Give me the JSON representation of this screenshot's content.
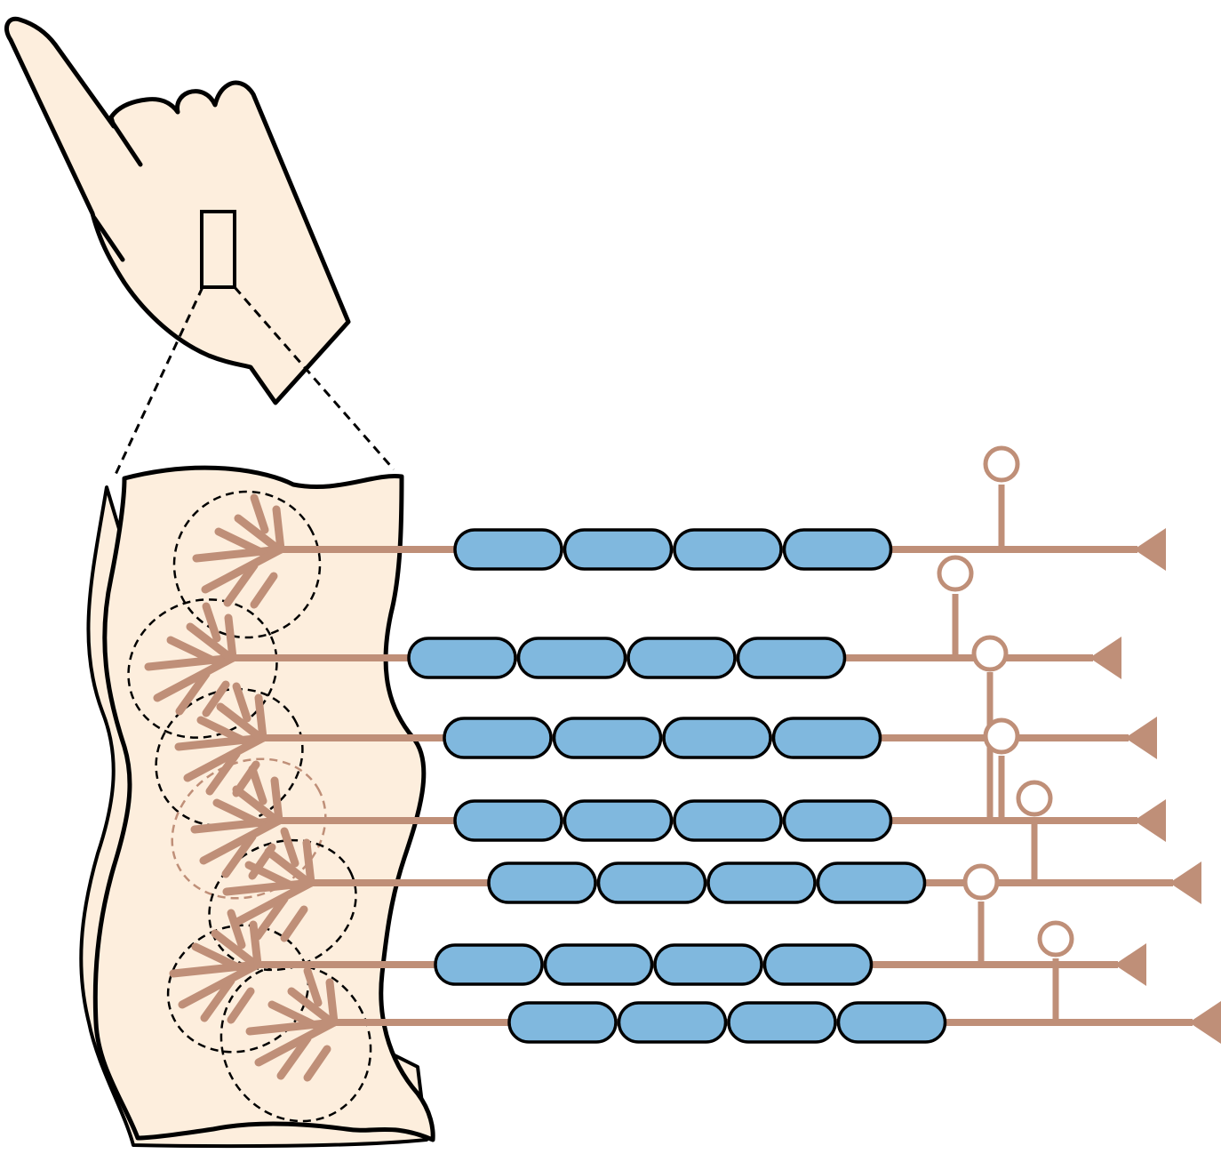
{
  "diagram": {
    "description_text": "",
    "colors": {
      "skin_fill": "#fdeedd",
      "outline": "#000000",
      "nerve": "#bf8f78",
      "myelin": "#80b8de",
      "node_fill": "#ffffff",
      "background": "#ffffff"
    },
    "icons": [
      "hand-icon",
      "skin-patch-icon",
      "receptive-field-ellipse",
      "myelinated-axon",
      "neuron-cell-body",
      "axon-terminal-arrow"
    ],
    "fiber_count": 7,
    "myelin_segments_per_fiber": 4
  }
}
